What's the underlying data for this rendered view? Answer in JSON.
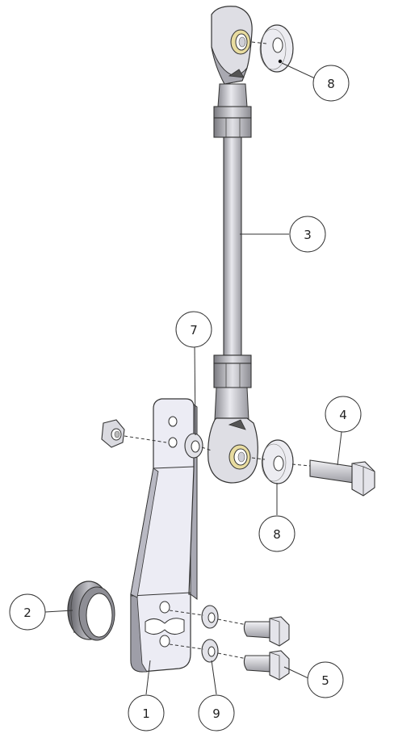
{
  "diagram": {
    "callouts": [
      {
        "id": "c1",
        "label": "1"
      },
      {
        "id": "c2",
        "label": "2"
      },
      {
        "id": "c3",
        "label": "3"
      },
      {
        "id": "c4",
        "label": "4"
      },
      {
        "id": "c5",
        "label": "5"
      },
      {
        "id": "c7",
        "label": "7"
      },
      {
        "id": "c8a",
        "label": "8"
      },
      {
        "id": "c8b",
        "label": "8"
      },
      {
        "id": "c9",
        "label": "9"
      }
    ],
    "colors": {
      "metal_light": "#e6e6ea",
      "metal_mid": "#b8b8bf",
      "metal_dark": "#6d6d73",
      "bracket_face": "#ececf4",
      "bracket_side": "#a9a9b3",
      "bushing_gold": "#e8dca0",
      "outline": "#333333"
    }
  }
}
